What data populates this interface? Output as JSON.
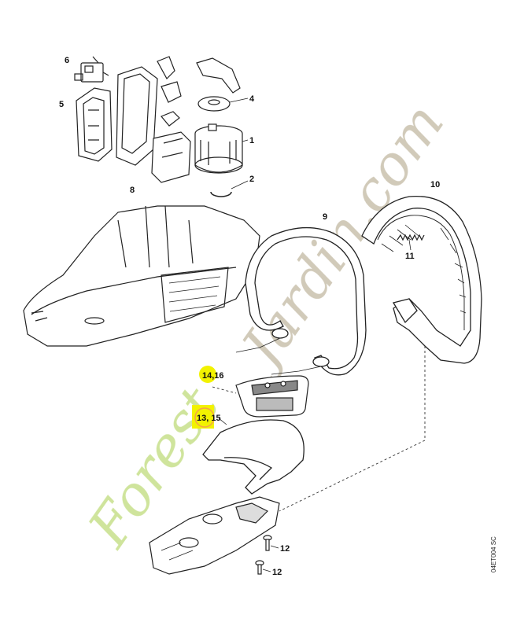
{
  "watermark": {
    "text_a": "Forest",
    "text_b": "Jardin.com",
    "green": "#c7e08b",
    "orange": "#f4a24a",
    "grey": "#c9c1ad"
  },
  "highlight_color": "#f2f200",
  "drawing_code": "04ET004 SC",
  "labels": {
    "l1": "1",
    "l2": "2",
    "l4": "4",
    "l5": "5",
    "l6": "6",
    "l8": "8",
    "l9": "9",
    "l10": "10",
    "l11": "11",
    "l12a": "12",
    "l12b": "12",
    "l14_16": "14,16",
    "l13_15": "13, 15"
  }
}
